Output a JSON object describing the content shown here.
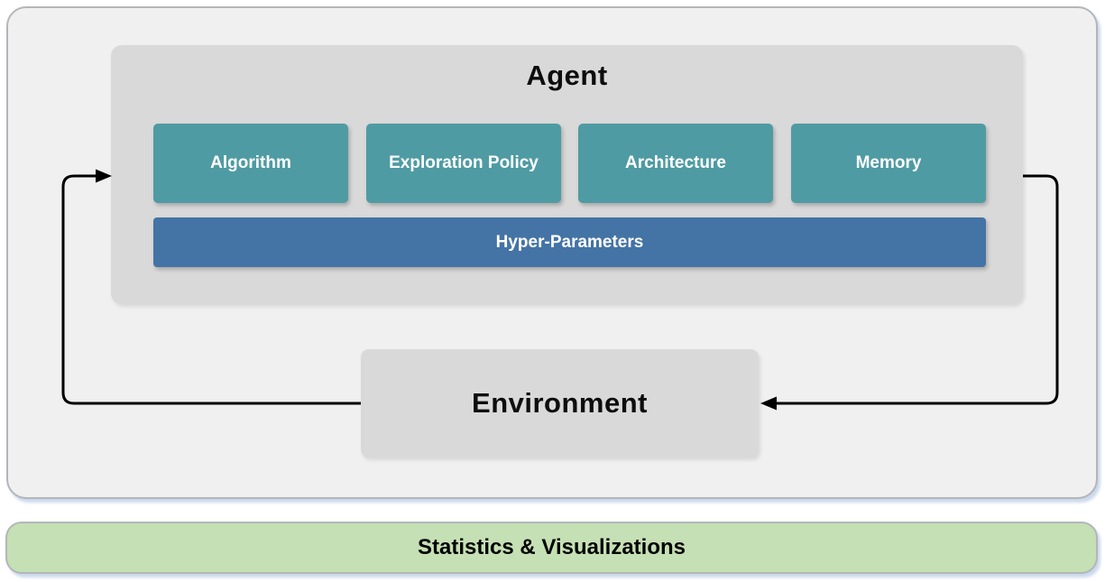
{
  "diagram": {
    "agent": {
      "title": "Agent",
      "modules": [
        "Algorithm",
        "Exploration Policy",
        "Architecture",
        "Memory"
      ],
      "hyper_parameters_label": "Hyper-Parameters"
    },
    "environment": {
      "title": "Environment"
    },
    "footer": {
      "label": "Statistics & Visualizations"
    },
    "arrows": [
      {
        "name": "environment-to-agent",
        "from": "Environment",
        "to": "Agent"
      },
      {
        "name": "agent-to-environment",
        "from": "Agent",
        "to": "Environment"
      }
    ]
  },
  "colors": {
    "module-teal": "#4f9ba3",
    "hyper-blue": "#4473a5",
    "panel-gray": "#d9d9d9",
    "outer-gray": "#f0f0f1",
    "footer-green": "#c5e0b4",
    "border-gray": "#b3b6ba",
    "shadow-blue": "#ccd9ec",
    "arrow-black": "#000000"
  }
}
